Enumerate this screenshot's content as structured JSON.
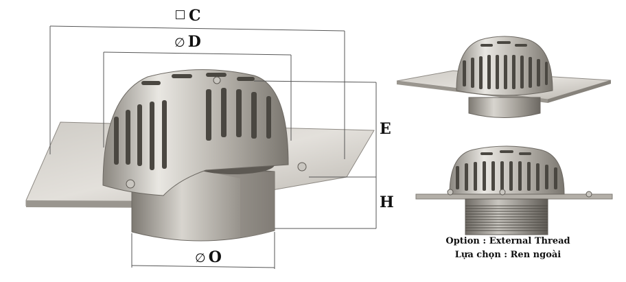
{
  "dimensions": {
    "c": {
      "symbol": "□",
      "letter": "C"
    },
    "d": {
      "symbol": "∅",
      "letter": "D"
    },
    "e": {
      "letter": "E"
    },
    "h": {
      "letter": "H"
    },
    "o": {
      "symbol": "∅",
      "letter": "O"
    }
  },
  "caption": {
    "line1": "Option : External Thread",
    "line2": "Lựa chọn : Ren ngoài"
  },
  "colors": {
    "steel_light": "#d6d3ce",
    "steel_mid": "#a9a59e",
    "steel_dark": "#6f6b65",
    "dim_line": "#555555"
  }
}
